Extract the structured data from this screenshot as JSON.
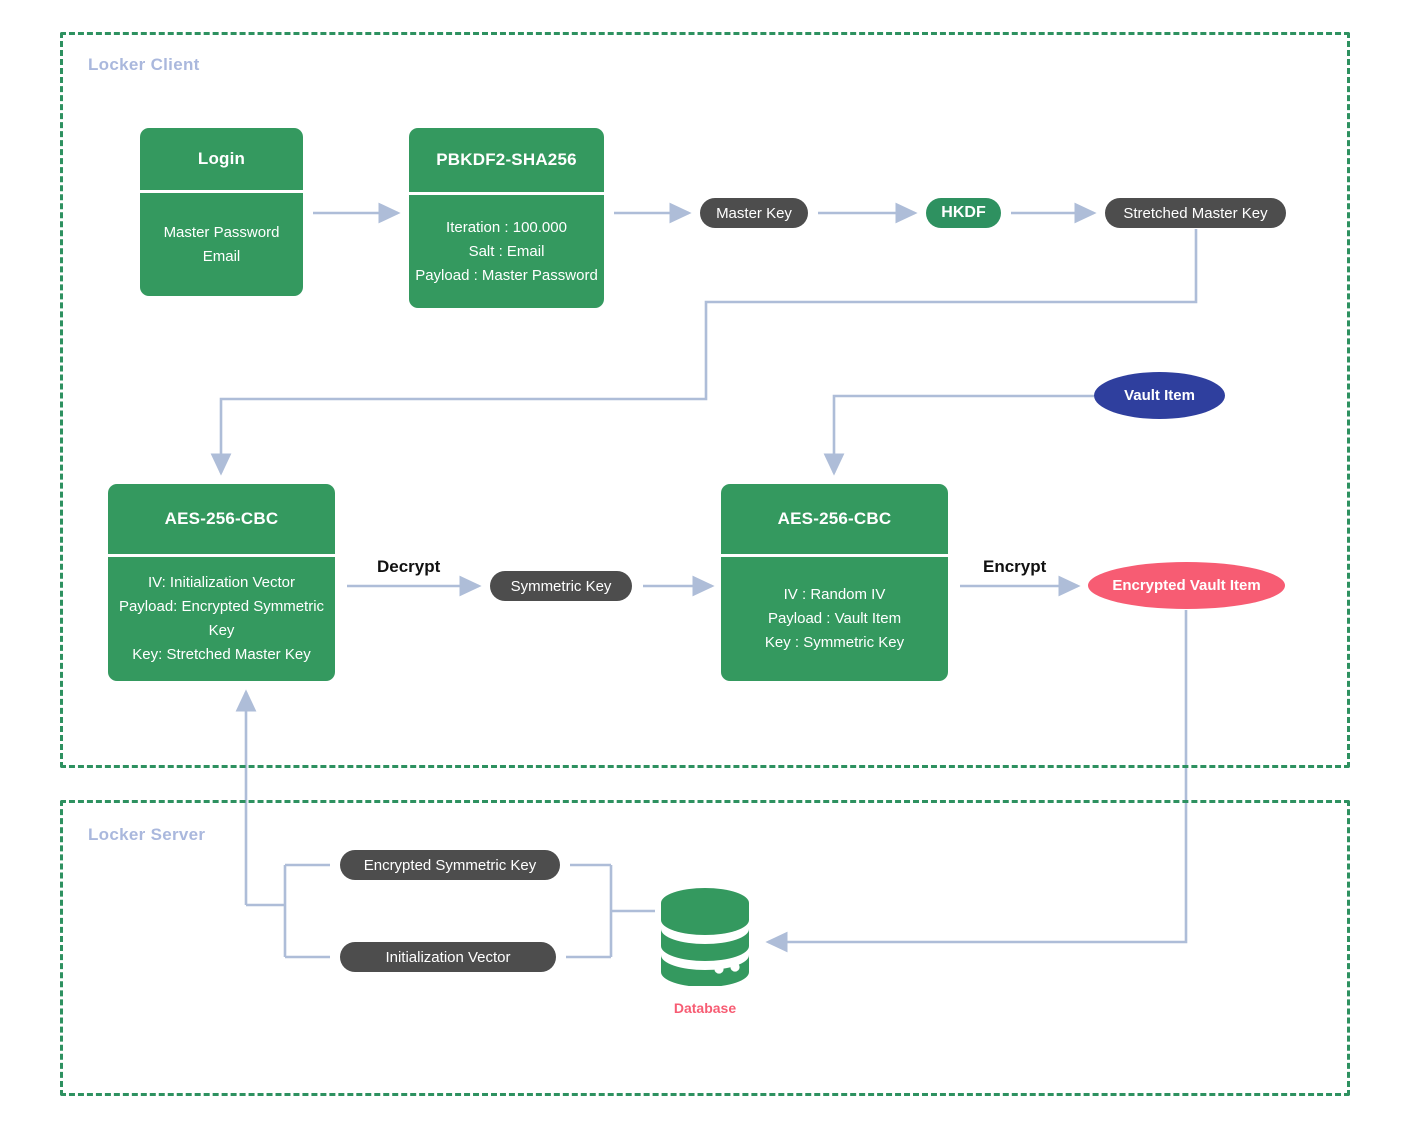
{
  "zones": {
    "client": {
      "label": "Locker Client"
    },
    "server": {
      "label": "Locker Server"
    }
  },
  "boxes": {
    "login": {
      "title": "Login",
      "lines": [
        "Master Password",
        "Email"
      ]
    },
    "pbkdf2": {
      "title": "PBKDF2-SHA256",
      "lines": [
        "Iteration : 100.000",
        "Salt : Email",
        "Payload : Master Password"
      ]
    },
    "aes_left": {
      "title": "AES-256-CBC",
      "lines": [
        "IV: Initialization Vector",
        "Payload: Encrypted Symmetric Key",
        "Key: Stretched Master Key"
      ]
    },
    "aes_right": {
      "title": "AES-256-CBC",
      "lines": [
        "IV : Random IV",
        "Payload : Vault Item",
        "Key : Symmetric Key"
      ]
    }
  },
  "pills": {
    "master_key": "Master Key",
    "hkdf": "HKDF",
    "stretched_master_key": "Stretched Master Key",
    "symmetric_key": "Symmetric Key",
    "encrypted_symmetric_key": "Encrypted Symmetric Key",
    "initialization_vector": "Initialization Vector"
  },
  "ellipses": {
    "vault_item": "Vault Item",
    "encrypted_vault_item": "Encrypted Vault Item"
  },
  "edge_labels": {
    "decrypt": "Decrypt",
    "encrypt": "Encrypt"
  },
  "database": {
    "label": "Database",
    "icon": "database-cylinder-icon"
  },
  "colors": {
    "process_green": "#34995f",
    "accent_green": "#2e9160",
    "pill_gray": "#4d4d4d",
    "vault_blue": "#2f3f9e",
    "encrypted_pink": "#f75c73",
    "connector_blue": "#aebdd8",
    "zone_label": "#aab8dd",
    "zone_border": "#2e9160"
  }
}
